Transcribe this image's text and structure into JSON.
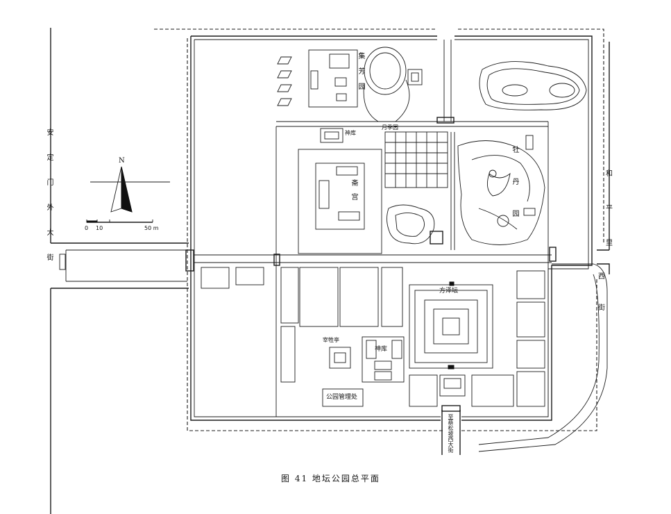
{
  "caption": "图 41   地坛公园总平面",
  "north": "N",
  "scale": {
    "t0": "0",
    "t1": "10",
    "t2": "50 m"
  },
  "streets": {
    "west": "安定门外大街",
    "east_he": "和",
    "east_ping": "平",
    "east_li": "里",
    "east_xi": "西",
    "east_jie": "街",
    "south_gate_road": "至蔡松坡西大街"
  },
  "areas": {
    "jifangyuan": "集芳园",
    "shenkuku": "神库",
    "yuejiyuan": "月季园",
    "zhaigong": "斋宫",
    "mudanyuan": "牡丹园",
    "fangzetan": "方泽坛",
    "zaishengting": "宰牲亭",
    "shenku": "神库",
    "office": "公园管理处"
  }
}
